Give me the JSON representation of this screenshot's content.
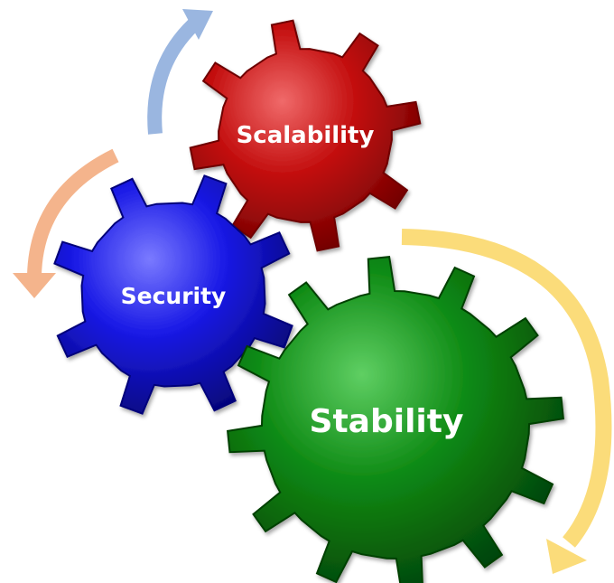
{
  "gears": [
    {
      "id": "scalability",
      "label": "Scalability",
      "color": "#c41010",
      "dark": "#6e0000",
      "light": "#f06a6a"
    },
    {
      "id": "security",
      "label": "Security",
      "color": "#1a1ae6",
      "dark": "#05057a",
      "light": "#7a7aff"
    },
    {
      "id": "stability",
      "label": "Stability",
      "color": "#0e8a14",
      "dark": "#034006",
      "light": "#5fcf63"
    }
  ],
  "arrows": [
    {
      "id": "blue",
      "color": "#9ab6e0"
    },
    {
      "id": "orange",
      "color": "#f4b48c"
    },
    {
      "id": "yellow",
      "color": "#fbdc7a"
    }
  ]
}
